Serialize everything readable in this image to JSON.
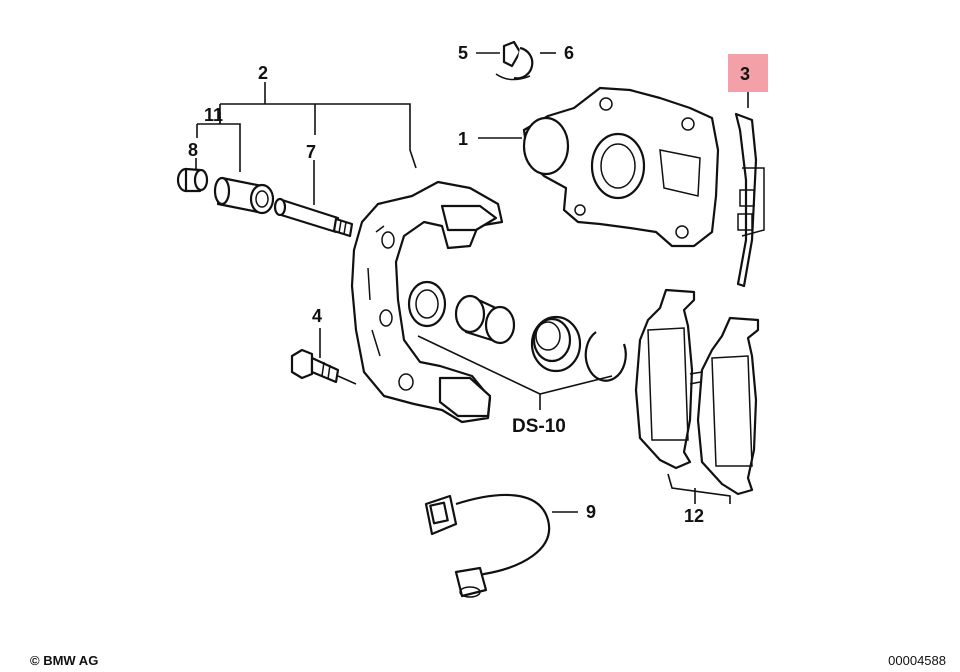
{
  "callouts": {
    "c1": "1",
    "c2": "2",
    "c3": "3",
    "c4": "4",
    "c5": "5",
    "c6": "6",
    "c7": "7",
    "c8": "8",
    "c9": "9",
    "c11": "11",
    "c12": "12",
    "ds10": "DS-10"
  },
  "highlight_color": "#f4a0a8",
  "footer": {
    "copyright": "© BMW AG",
    "doc_number": "00004588"
  }
}
